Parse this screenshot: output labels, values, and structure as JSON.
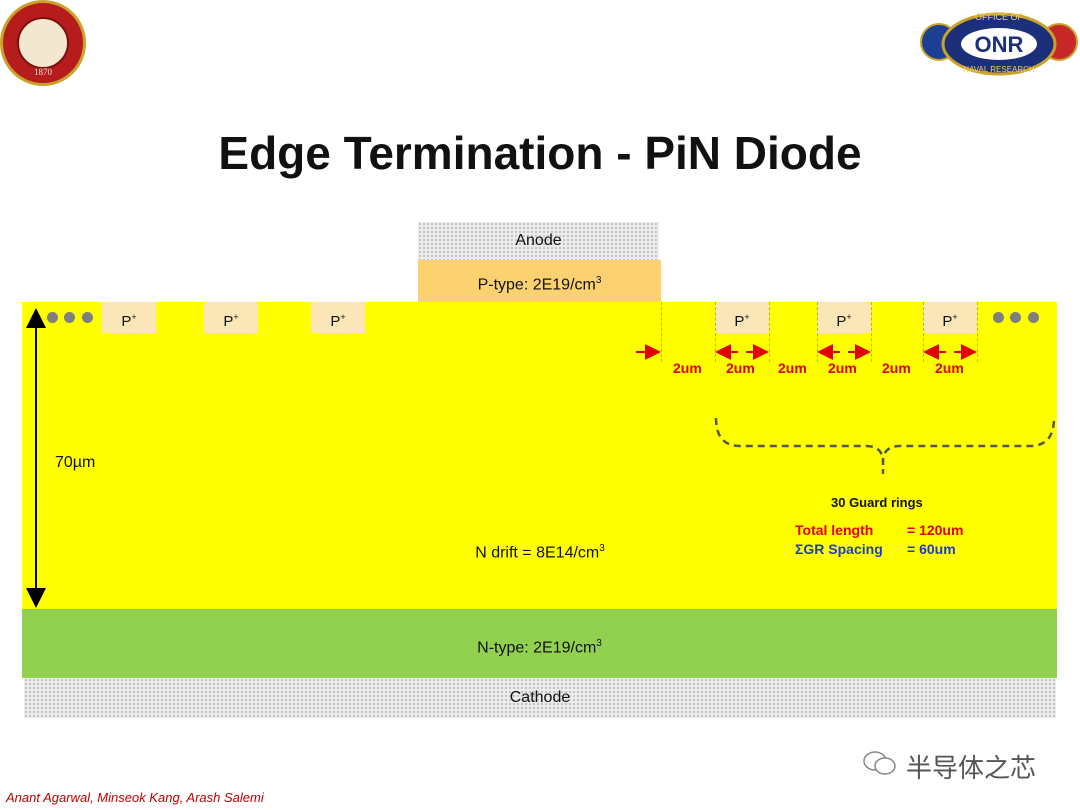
{
  "title": "Edge Termination - PiN Diode",
  "logos": {
    "left": {
      "year": "1870",
      "name": "ohio-state-seal"
    },
    "right": {
      "top_text": "OFFICE OF",
      "acronym": "ONR",
      "bottom_text": "NAVAL RESEARCH"
    }
  },
  "layers": {
    "anode": "Anode",
    "ptype_top_base": "P-type: 2E19/cm",
    "drift_base": "N drift = 8E14/cm",
    "ntype_base": "N-type: 2E19/cm",
    "cathode": "Cathode",
    "superscript": "3"
  },
  "pplus_label": "P",
  "pplus_sup": "+",
  "thickness": "70µm",
  "spacing_label": "2um",
  "guard_rings": {
    "count_label": "30 Guard rings",
    "total_length_label": "Total length",
    "total_length_value": "= 120um",
    "spacing_label": "ΣGR Spacing",
    "spacing_value": "= 60um"
  },
  "footer": "Anant Agarwal, Minseok Kang, Arash Salemi",
  "watermark": "半导体之芯",
  "colors": {
    "drift": "#ffff00",
    "ntype": "#92d050",
    "ptype": "#fcd271",
    "pplus": "#fbe6b8",
    "dimension_red": "#e00000",
    "spacing_blue": "#1f3ad0"
  }
}
